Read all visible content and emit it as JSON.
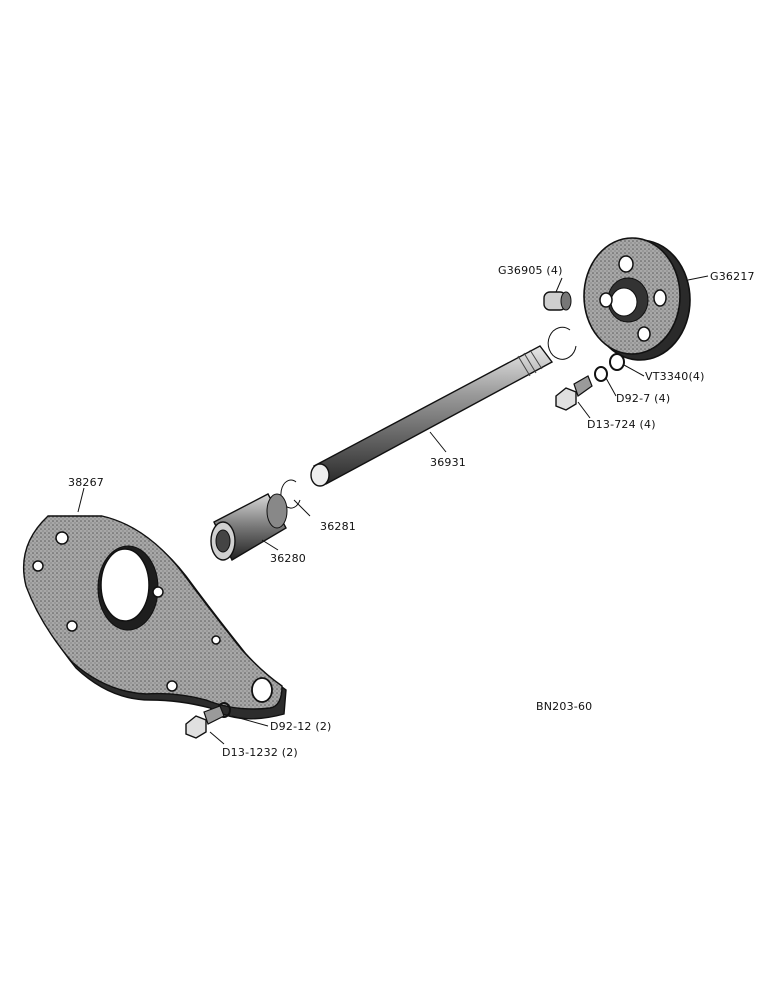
{
  "labels": {
    "housing": "G36217",
    "bushing": "G36905 (4)",
    "lockwasher_vt": "VT3340(4)",
    "lockwasher_small": "D92-7 (4)",
    "bolt_small": "D13-724 (4)",
    "shaft": "36931",
    "snap_ring": "36281",
    "coupling": "36280",
    "plate": "38267",
    "lockwasher_large": "D92-12 (2)",
    "bolt_large": "D13-1232 (2)",
    "drawing_code": "BN203-60"
  },
  "colors": {
    "ink": "#111111",
    "paper": "#ffffff",
    "shade": "#8a8a8a"
  }
}
